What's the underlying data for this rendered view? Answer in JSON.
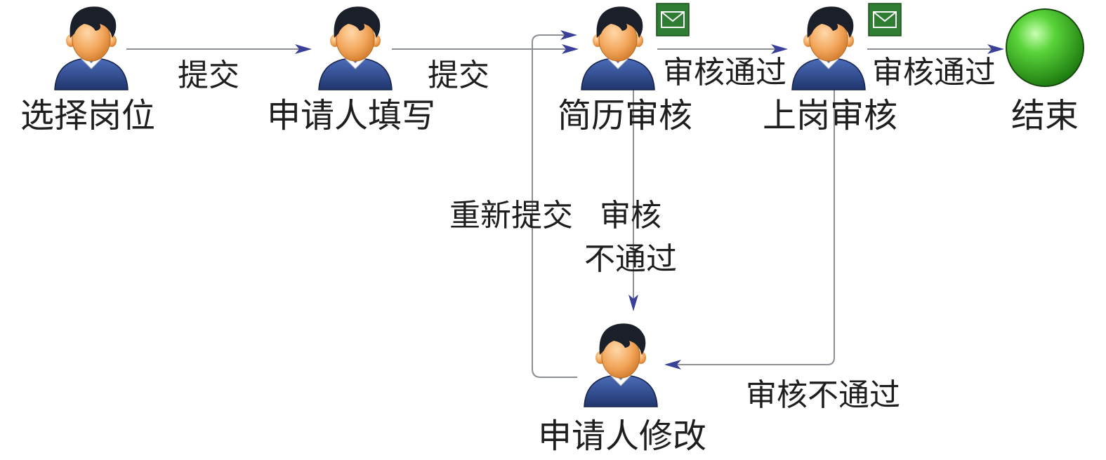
{
  "diagram": {
    "type": "workflow",
    "nodes": [
      {
        "id": "select_post",
        "label": "选择岗位",
        "kind": "user"
      },
      {
        "id": "applicant_fill",
        "label": "申请人填写",
        "kind": "user"
      },
      {
        "id": "resume_review",
        "label": "简历审核",
        "kind": "user",
        "has_mail": true
      },
      {
        "id": "post_review",
        "label": "上岗审核",
        "kind": "user",
        "has_mail": true
      },
      {
        "id": "end",
        "label": "结束",
        "kind": "end"
      },
      {
        "id": "applicant_modify",
        "label": "申请人修改",
        "kind": "user"
      }
    ],
    "edges": [
      {
        "from": "select_post",
        "to": "applicant_fill",
        "label": "提交"
      },
      {
        "from": "applicant_fill",
        "to": "resume_review",
        "label": "提交"
      },
      {
        "from": "resume_review",
        "to": "post_review",
        "label": "审核通过"
      },
      {
        "from": "post_review",
        "to": "end",
        "label": "审核通过"
      },
      {
        "from": "resume_review",
        "to": "applicant_modify",
        "label_line1": "审核",
        "label_line2": "不通过"
      },
      {
        "from": "post_review",
        "to": "applicant_modify",
        "label": "审核不通过"
      },
      {
        "from": "applicant_modify",
        "to": "resume_review",
        "label": "重新提交"
      }
    ]
  },
  "colors": {
    "line": "#8a9096",
    "arrow": "#3a3f9a",
    "shirt": "#2e4a8c",
    "skin": "#f2a55a",
    "hair": "#1a1f29",
    "mail_bg": "#2f7d32",
    "end_green": "#33b21f"
  },
  "icons": {
    "user": "user-icon",
    "mail": "mail-icon",
    "end": "end-circle-icon"
  }
}
